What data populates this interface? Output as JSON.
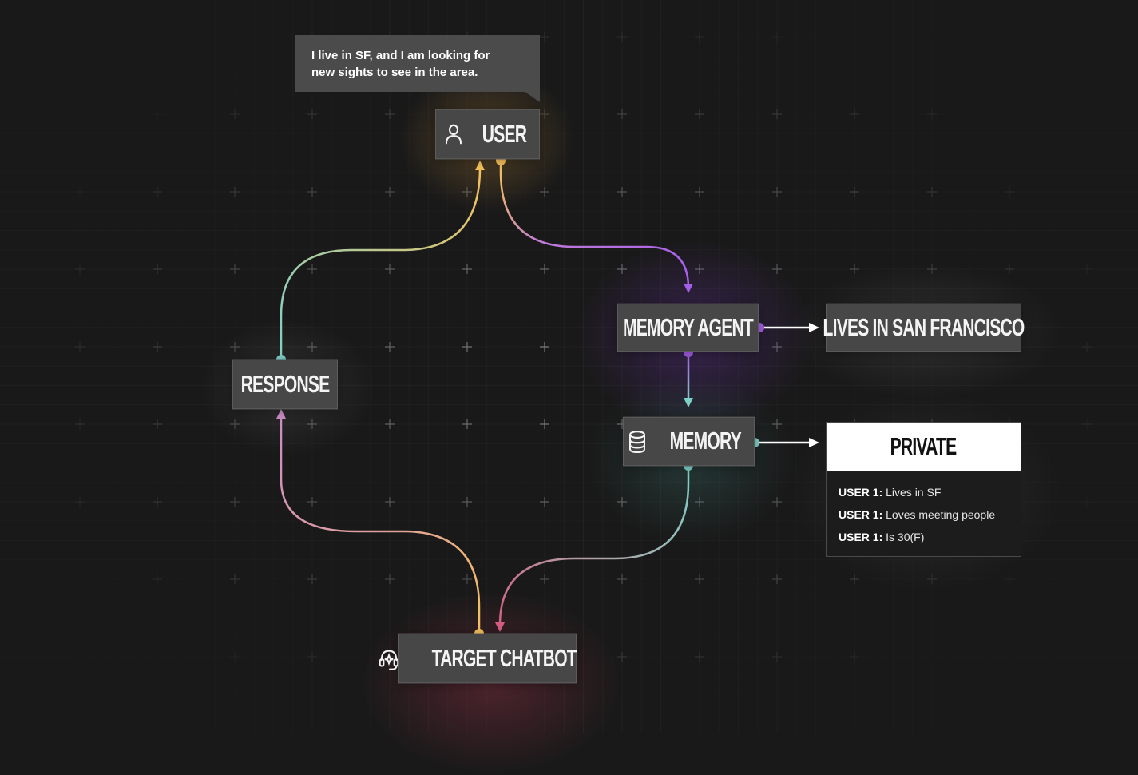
{
  "speech_bubble": {
    "line1": "I live in SF, and I am looking for",
    "line2": "new sights to see in the area."
  },
  "nodes": {
    "user": {
      "label": "USER",
      "icon": "user-icon"
    },
    "memory_agent": {
      "label": "MEMORY AGENT"
    },
    "lives_in_sf": {
      "label": "LIVES IN SAN FRANCISCO"
    },
    "memory": {
      "label": "MEMORY",
      "icon": "database-icon"
    },
    "response": {
      "label": "RESPONSE"
    },
    "target_chatbot": {
      "label": "TARGET CHATBOT",
      "icon": "chatbot-headset-icon"
    }
  },
  "private_panel": {
    "title": "PRIVATE",
    "facts": [
      {
        "key": "USER 1:",
        "value": "Lives in SF"
      },
      {
        "key": "USER 1:",
        "value": "Loves meeting people"
      },
      {
        "key": "USER 1:",
        "value": "Is 30(F)"
      }
    ]
  },
  "colors": {
    "background": "#191919",
    "node_fill": "#474747",
    "yellow": "#f5c15c",
    "purple": "#a55ee8",
    "teal": "#7fd0c8",
    "pink": "#d35d80",
    "white": "#ffffff"
  }
}
